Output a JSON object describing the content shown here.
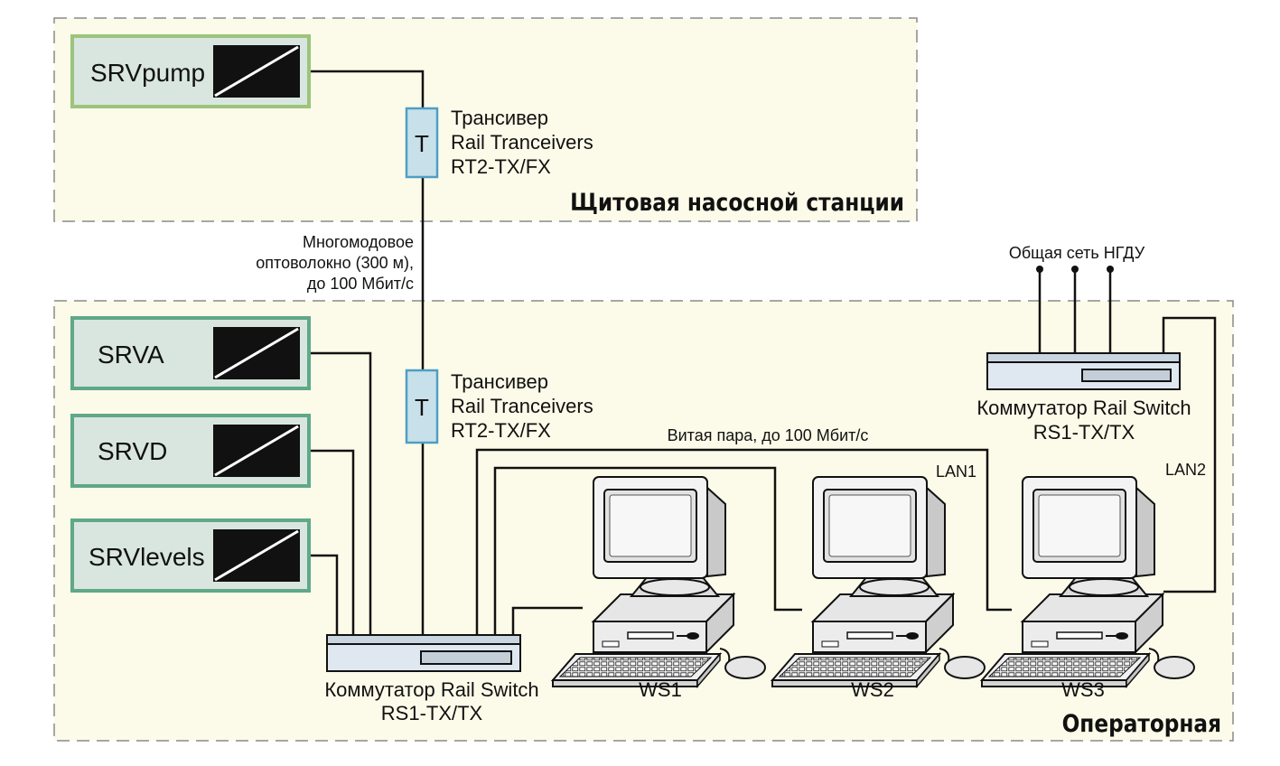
{
  "colors": {
    "zone_fill": "#fcfbe9",
    "zone_border": "#8a8a8a",
    "server_pump_border": "#9cc47c",
    "server_border": "#5fa888",
    "server_fill": "#d9e6e0",
    "transceiver_fill": "#c8e0ea",
    "transceiver_border": "#4f9ec4",
    "switch_fill": "#dfe8f0",
    "line": "#111111"
  },
  "zones": {
    "pump_station": "Щитовая насосной станции",
    "operator": "Операторная"
  },
  "servers": {
    "pump": "SRVpump",
    "a": "SRVA",
    "d": "SRVD",
    "levels": "SRVlevels"
  },
  "transceiver": {
    "glyph": "T",
    "line1": "Трансивер",
    "line2": "Rail Tranceivers",
    "line3": "RT2-TX/FX"
  },
  "fiber_label": {
    "line1": "Многомодовое",
    "line2": "оптоволокно (300 м),",
    "line3": "до 100 Мбит/с"
  },
  "twisted_pair_label": "Витая пара, до 100 Мбит/с",
  "switch_main": {
    "line1": "Коммутатор Rail Switch",
    "line2": "RS1-TX/TX"
  },
  "switch_upper": {
    "line1": "Коммутатор Rail Switch",
    "line2": "RS1-TX/TX"
  },
  "network_label": "Общая сеть НГДУ",
  "lan1": "LAN1",
  "lan2": "LAN2",
  "workstations": [
    "WS1",
    "WS2",
    "WS3"
  ]
}
